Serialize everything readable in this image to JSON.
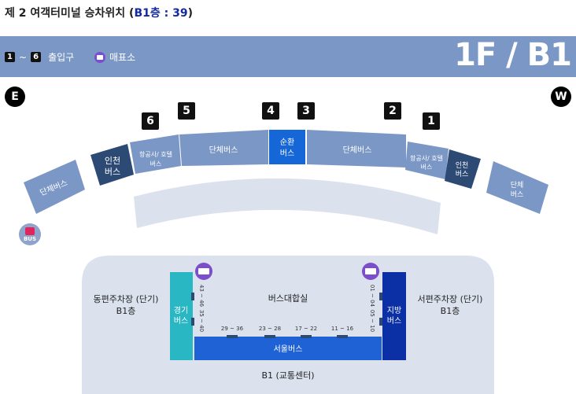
{
  "header": {
    "title_main": "제 2 여객터미널 승차위치 (",
    "title_accent": "B1층 : 39",
    "title_close": ")"
  },
  "legend": {
    "gate_from": "1",
    "range_sep": "~",
    "gate_to": "6",
    "entrance_label": "출입구",
    "ticket_label": "매표소"
  },
  "floor_label": "1F / B1",
  "compass": {
    "east": "E",
    "west": "W"
  },
  "gates": [
    "6",
    "5",
    "4",
    "3",
    "2",
    "1"
  ],
  "curb_zones": [
    {
      "line1": "단체버스",
      "line2": ""
    },
    {
      "line1": "인천",
      "line2": "버스"
    },
    {
      "line1": "항공사/ 호텔",
      "line2": "버스"
    },
    {
      "line1": "단체버스",
      "line2": ""
    },
    {
      "line1": "순환",
      "line2": "버스"
    },
    {
      "line1": "단체버스",
      "line2": ""
    },
    {
      "line1": "항공사/ 호텔",
      "line2": "버스"
    },
    {
      "line1": "인천",
      "line2": "버스"
    },
    {
      "line1": "단체",
      "line2": "버스"
    }
  ],
  "bus_icon_label": "BUS",
  "lounge": {
    "left_parking_1": "동편주차장 (단기)",
    "left_parking_2": "B1층",
    "right_parking_1": "서편주차장 (단기)",
    "right_parking_2": "B1층",
    "center": "버스대합실",
    "gyeonggi_1": "경기",
    "gyeonggi_2": "버스",
    "jibang_1": "지방",
    "jibang_2": "버스",
    "seoul": "서울버스",
    "bottom": "B1 (교통센터)",
    "stop_labels": [
      "29 ~ 36",
      "23 ~ 28",
      "17 ~ 22",
      "11 ~ 16"
    ],
    "left_stops": [
      "43 ~ 46",
      "35 ~ 40"
    ],
    "right_stops": [
      "01 ~ 04",
      "05 ~ 10"
    ]
  },
  "colors": {
    "band": "#7b97c6",
    "dark_zone": "#2c4a74",
    "group_zone": "#7b97c6",
    "circular": "#1566d6",
    "gyeonggi": "#2ab7c4",
    "jibang": "#0b2fa5",
    "seoul": "#1f62d6",
    "lounge_bg": "#dbe2ee",
    "ticket": "#7b4fc9"
  }
}
